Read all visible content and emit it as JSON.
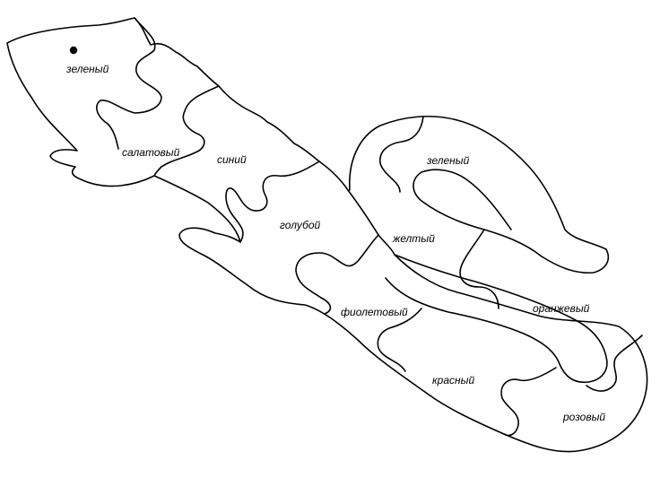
{
  "puzzle": {
    "pieces": [
      {
        "id": "head",
        "label": "зеленый"
      },
      {
        "id": "neck",
        "label": "салатовый"
      },
      {
        "id": "shoulder",
        "label": "синий"
      },
      {
        "id": "body",
        "label": "голубой"
      },
      {
        "id": "tail-top",
        "label": "зеленый"
      },
      {
        "id": "tail-mid",
        "label": "желтый"
      },
      {
        "id": "belly",
        "label": "фиолетовый"
      },
      {
        "id": "tail-curl",
        "label": "оранжевый"
      },
      {
        "id": "lower",
        "label": "красный"
      },
      {
        "id": "tail-end",
        "label": "розовый"
      }
    ],
    "colors": {
      "stroke": "#000000",
      "background": "#ffffff"
    }
  }
}
